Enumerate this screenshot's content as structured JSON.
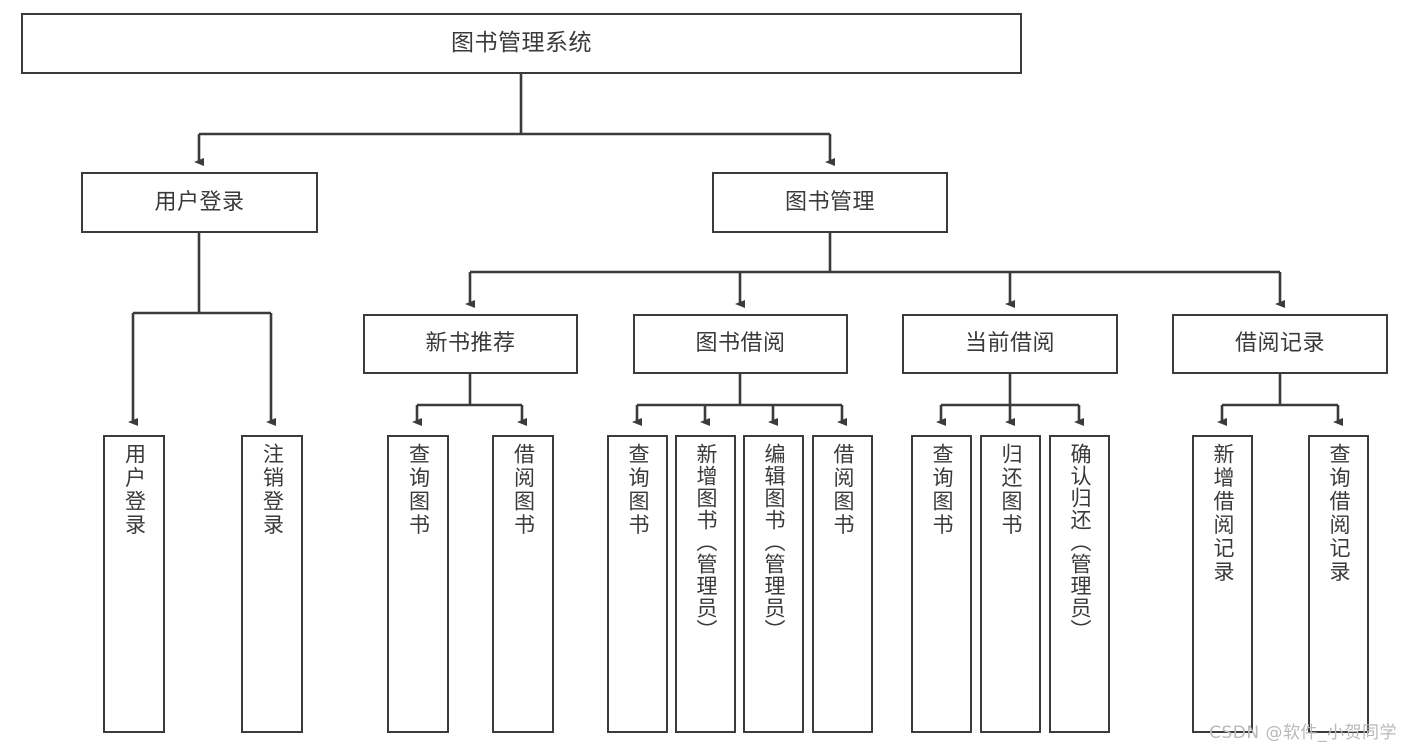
{
  "diagram": {
    "title": "图书管理系统",
    "type": "tree",
    "watermark": "CSDN @软件_小贺同学",
    "colors": {
      "background": "#ffffff",
      "stroke": "#3b3b3b",
      "text": "#3a3a3a",
      "watermark": "#b9b9b9"
    },
    "root": {
      "label": "图书管理系统"
    },
    "level2": [
      {
        "label": "用户登录"
      },
      {
        "label": "图书管理"
      }
    ],
    "level3": [
      {
        "label": "新书推荐"
      },
      {
        "label": "图书借阅"
      },
      {
        "label": "当前借阅"
      },
      {
        "label": "借阅记录"
      }
    ],
    "leaves": {
      "user_login": [
        {
          "label": "用户登录"
        },
        {
          "label": "注销登录"
        }
      ],
      "new_book": [
        {
          "label": "查询图书"
        },
        {
          "label": "借阅图书"
        }
      ],
      "book_borrow": [
        {
          "label": "查询图书"
        },
        {
          "label": "新增图书（管理员）"
        },
        {
          "label": "编辑图书（管理员）"
        },
        {
          "label": "借阅图书"
        }
      ],
      "current_borrow": [
        {
          "label": "查询图书"
        },
        {
          "label": "归还图书"
        },
        {
          "label": "确认归还（管理员）"
        }
      ],
      "borrow_record": [
        {
          "label": "新增借阅记录"
        },
        {
          "label": "查询借阅记录"
        }
      ]
    }
  }
}
